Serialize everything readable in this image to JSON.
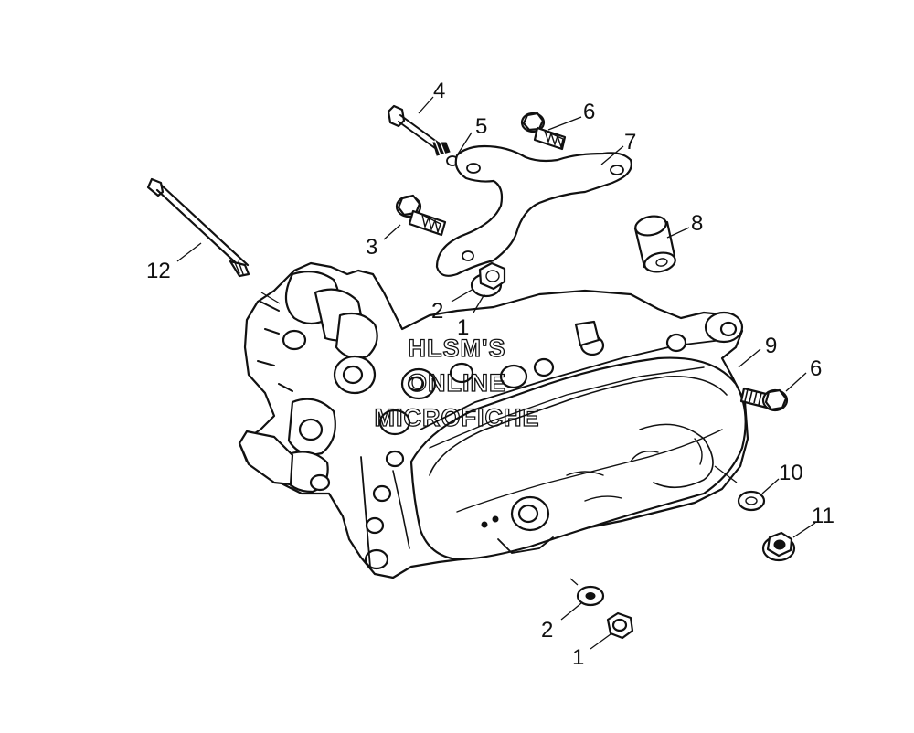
{
  "callouts": {
    "c1a": "1",
    "c1b": "1",
    "c2a": "2",
    "c2b": "2",
    "c3": "3",
    "c4": "4",
    "c5": "5",
    "c6a": "6",
    "c6b": "6",
    "c7": "7",
    "c8": "8",
    "c9": "9",
    "c10": "10",
    "c11": "11",
    "c12": "12"
  },
  "watermark": {
    "line1": "HLSM'S",
    "line2": "ONLINE",
    "line3": "MICROFICHE"
  }
}
